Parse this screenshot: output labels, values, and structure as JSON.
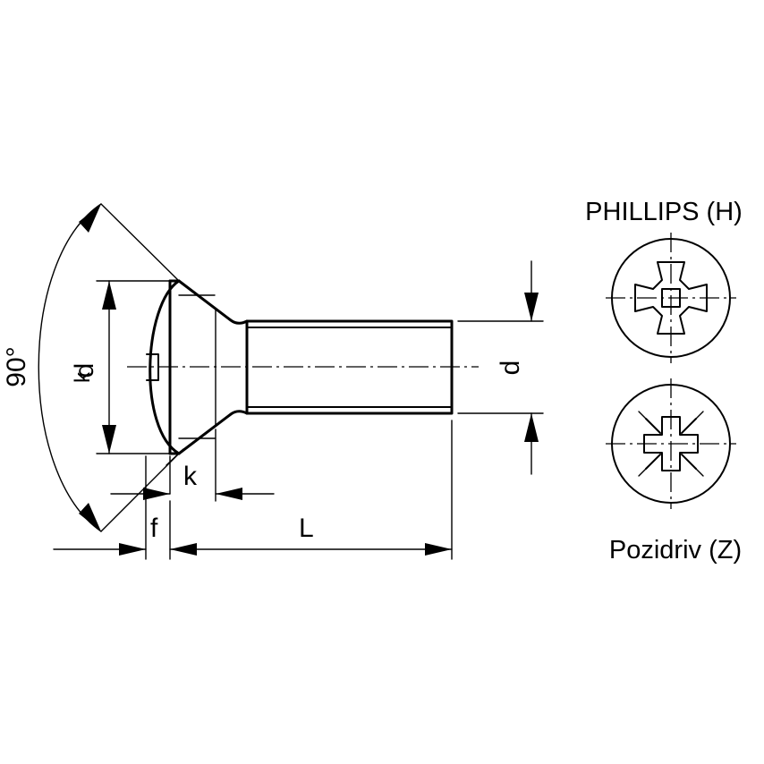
{
  "drawing": {
    "dimension_labels": {
      "angle": "90°",
      "head_diameter_main": "d",
      "head_diameter_sub": "k",
      "thread_diameter": "d",
      "head_height": "k",
      "flat": "f",
      "length": "L"
    },
    "drive_types": {
      "phillips": "PHILLIPS (H)",
      "pozidriv": "Pozidriv (Z)"
    },
    "icons": [
      "countersunk-screw-drawing",
      "phillips-recess-icon",
      "pozidriv-recess-icon"
    ]
  }
}
